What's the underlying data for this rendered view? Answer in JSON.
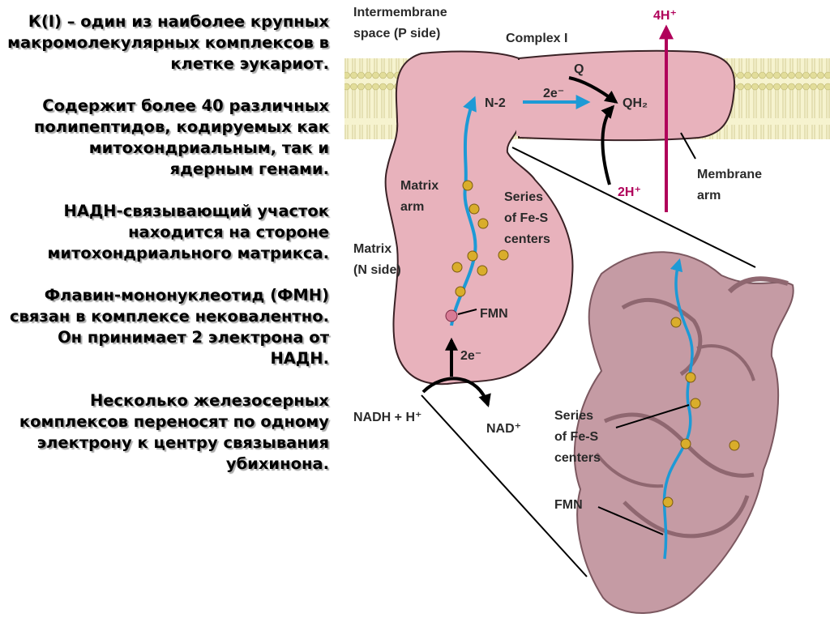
{
  "left_text": [
    "К(I) – один из наиболее крупных макромолекулярных комплексов в клетке эукариот.",
    "Содержит более 40 различных полипептидов, кодируемых как митохондриальным, так и ядерным генами.",
    "НАДН-связывающий участок находится на стороне митохондриального матрикса.",
    "Флавин-мононуклеотид (ФМН) связан в комплексе нековалентно. Он принимает 2 электрона от НАДН.",
    "Несколько железосерных комплексов переносят по одному электрону к центру связывания убихинона."
  ],
  "diagram": {
    "intermembrane_line1": "Intermembrane",
    "intermembrane_line2": "space (P side)",
    "complex_title": "Complex I",
    "matrix_line1": "Matrix",
    "matrix_line2": "(N side)",
    "matrix_arm_line1": "Matrix",
    "matrix_arm_line2": "arm",
    "membrane_arm_line1": "Membrane",
    "membrane_arm_line2": "arm",
    "fes_line1": "Series",
    "fes_line2": "of Fe-S",
    "fes_line3": "centers",
    "fmn": "FMN",
    "n2": "N-2",
    "two_e_top": "2e⁻",
    "two_e_bottom": "2e⁻",
    "q": "Q",
    "qh2": "QH₂",
    "four_h": "4H⁺",
    "two_h": "2H⁺",
    "nadh": "NADH + H⁺",
    "nad": "NAD⁺",
    "structure_fes_line1": "Series",
    "structure_fes_line2": "of Fe-S",
    "structure_fes_line3": "centers",
    "structure_fmn": "FMN"
  },
  "colors": {
    "protein_fill": "#e8b2bc",
    "protein_outline": "#3a2226",
    "membrane_band": "#f6f3cf",
    "electron_path": "#1d9ad6",
    "proton_arrow": "#b0005a",
    "fes_cluster": "#d9ad2b",
    "ribbon": "#c59ba4"
  }
}
